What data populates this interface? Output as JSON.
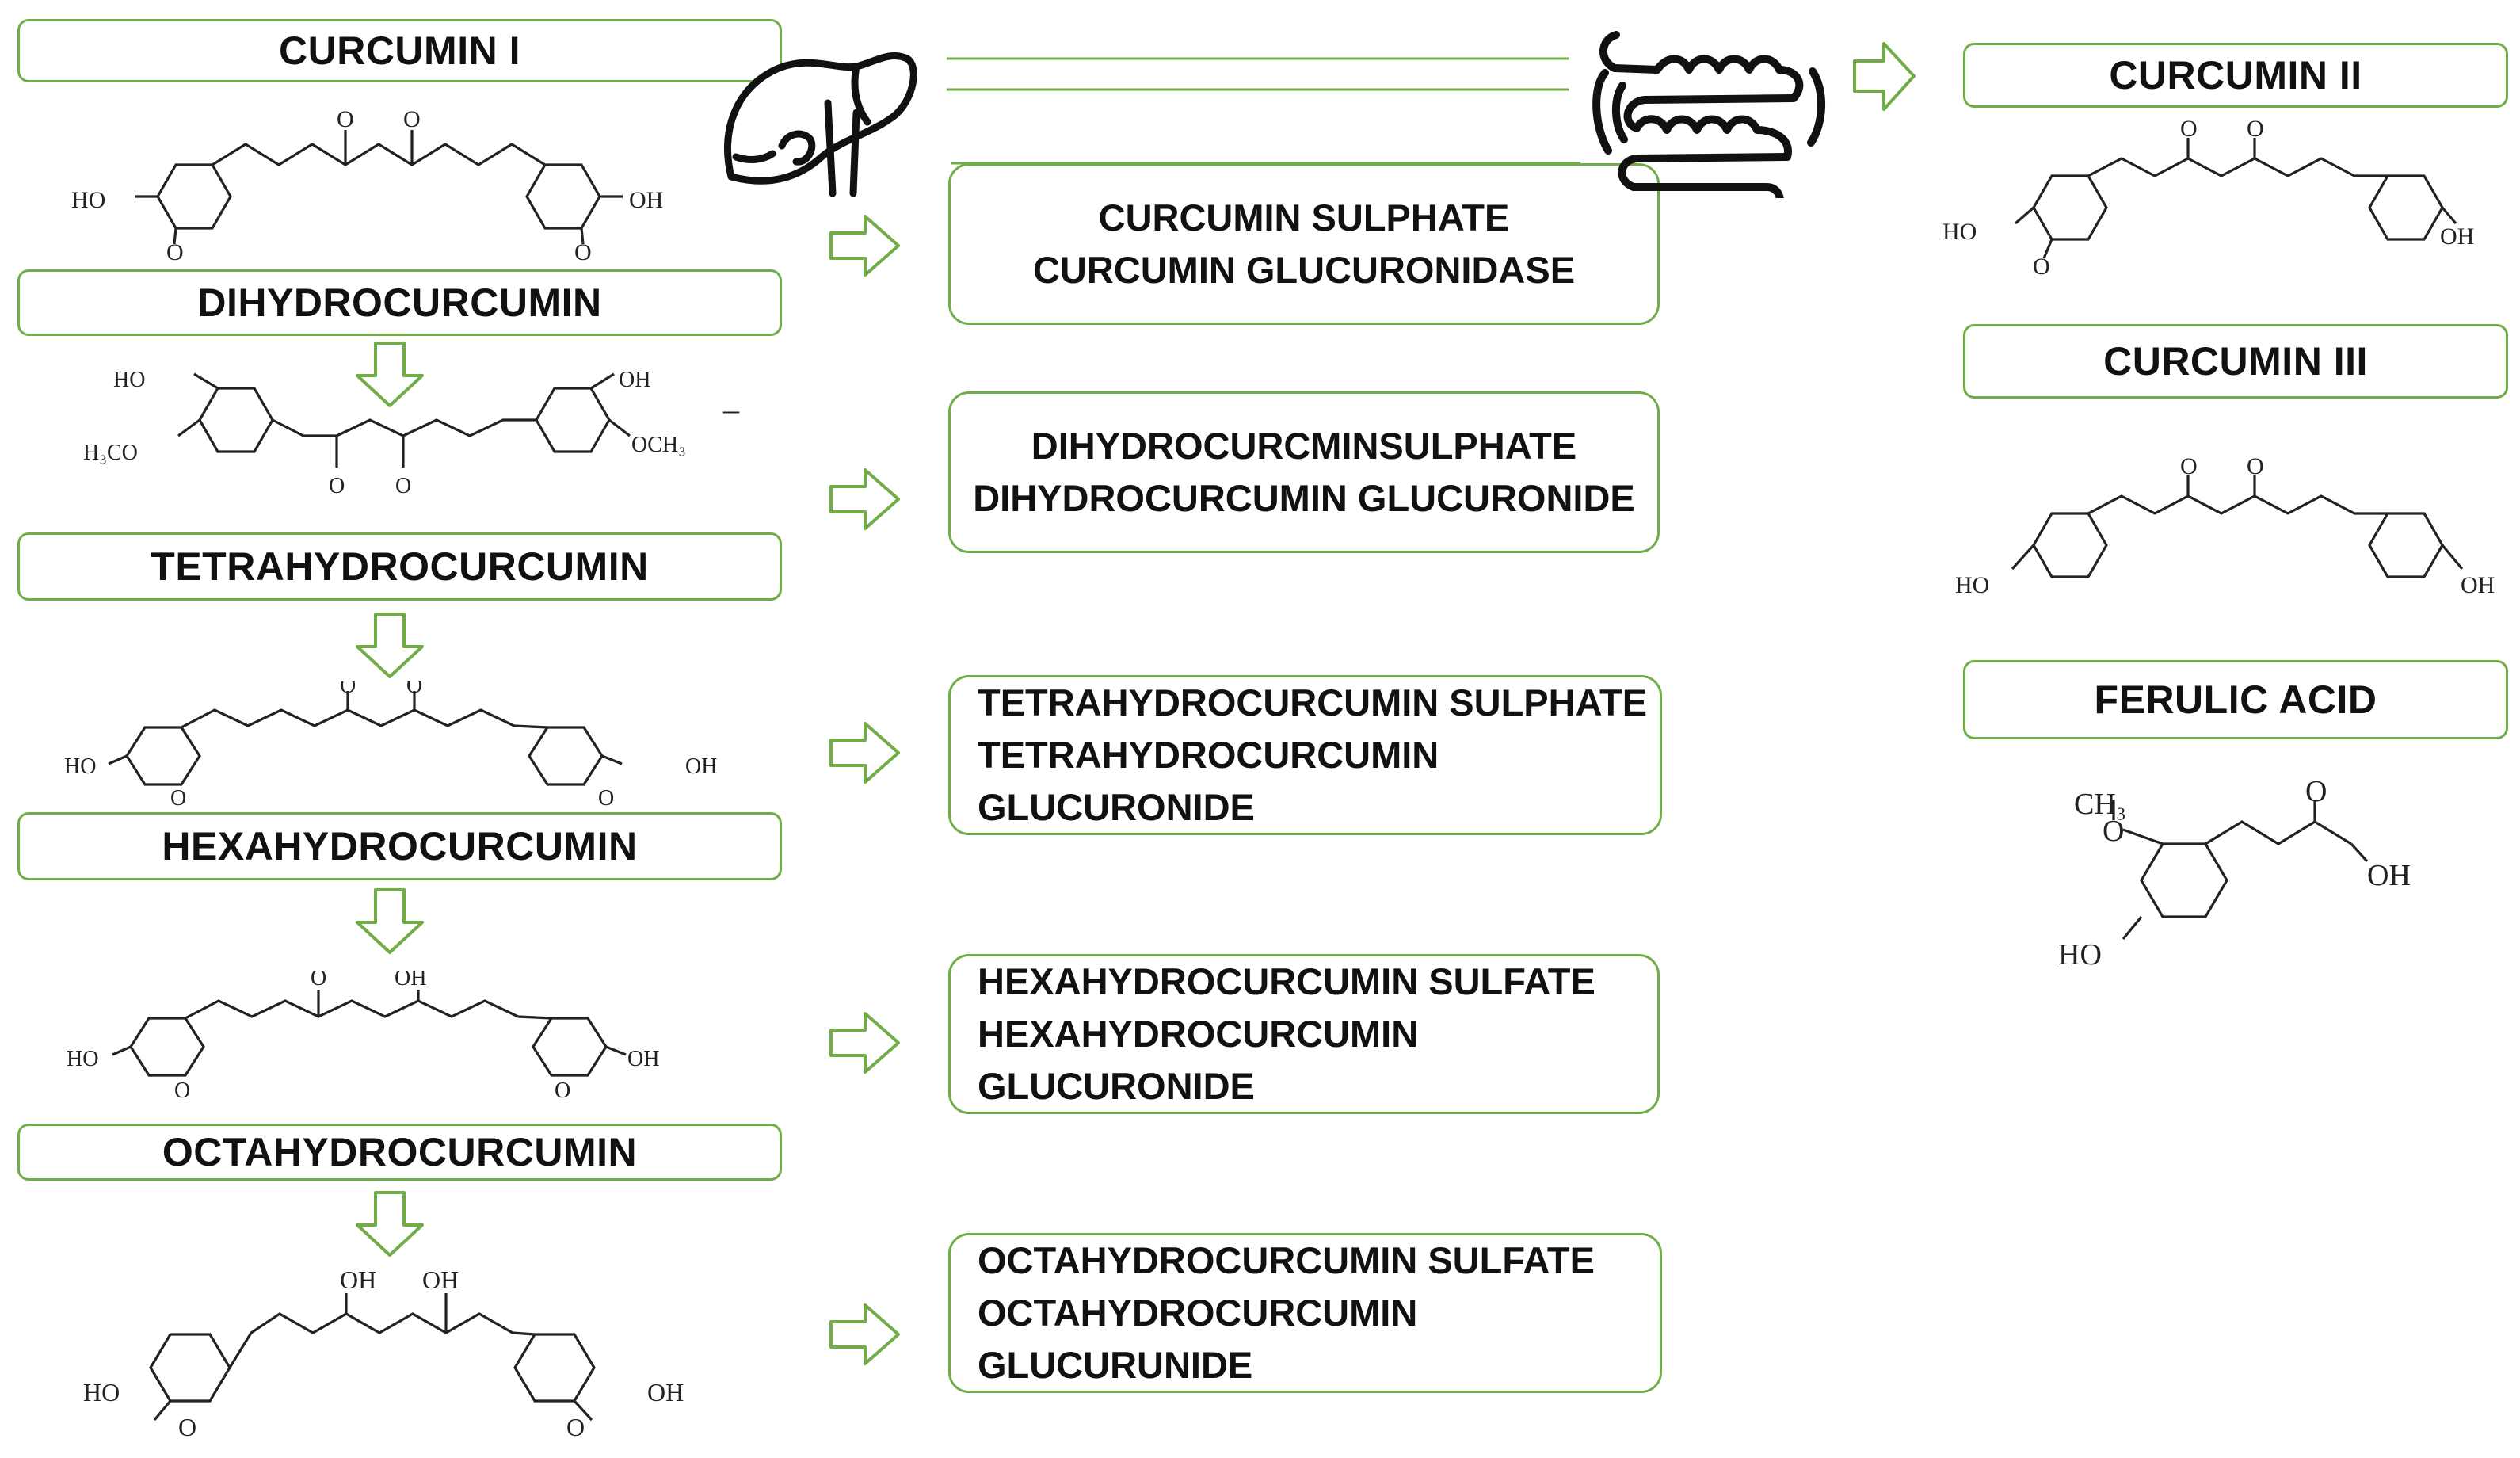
{
  "colors": {
    "accent": "#70AD47",
    "ink": "#222222",
    "text": "#111111"
  },
  "icons": {
    "organ_1": "liver-icon",
    "organ_2": "intestine-icon",
    "arrow": "hollow-right-arrow-icon"
  },
  "left_column": [
    {
      "id": "curcumin-i",
      "label": "CURCUMIN I"
    },
    {
      "id": "dihydrocurcumin",
      "label": "DIHYDROCURCUMIN"
    },
    {
      "id": "tetrahydrocurcumin",
      "label": "TETRAHYDROCURCUMIN"
    },
    {
      "id": "hexahydrocurcumin",
      "label": "HEXAHYDROCURCUMIN"
    },
    {
      "id": "octahydrocurcumin",
      "label": "OCTAHYDROCURCUMIN"
    }
  ],
  "metabolites": [
    {
      "id": "curcumin-conjugates",
      "lines": [
        "CURCUMIN SULPHATE",
        "CURCUMIN GLUCURONIDASE"
      ]
    },
    {
      "id": "dihydrocurcumin-conjugates",
      "lines": [
        "DIHYDROCURCMINSULPHATE",
        "DIHYDROCURCUMIN GLUCURONIDE"
      ]
    },
    {
      "id": "tetrahydrocurcumin-conjugates",
      "lines": [
        "TETRAHYDROCURCUMIN SULPHATE",
        "TETRAHYDROCURCUMIN",
        "GLUCURONIDE"
      ]
    },
    {
      "id": "hexahydrocurcumin-conjugates",
      "lines": [
        "HEXAHYDROCURCUMIN SULFATE",
        "HEXAHYDROCURCUMIN",
        "GLUCURONIDE"
      ]
    },
    {
      "id": "octahydrocurcumin-conjugates",
      "lines": [
        "OCTAHYDROCURCUMIN SULFATE",
        "OCTAHYDROCURCUMIN",
        "GLUCURUNIDE"
      ]
    }
  ],
  "right_column": [
    {
      "id": "curcumin-ii",
      "label": "CURCUMIN II"
    },
    {
      "id": "curcumin-iii",
      "label": "CURCUMIN III"
    },
    {
      "id": "ferulic-acid",
      "label": "FERULIC ACID"
    }
  ],
  "atoms": {
    "ho": "HO",
    "oh": "OH",
    "o": "O",
    "h3co": "H₃CO",
    "och3": "OCH₃",
    "ch3": "CH₃",
    "dash": "–"
  }
}
